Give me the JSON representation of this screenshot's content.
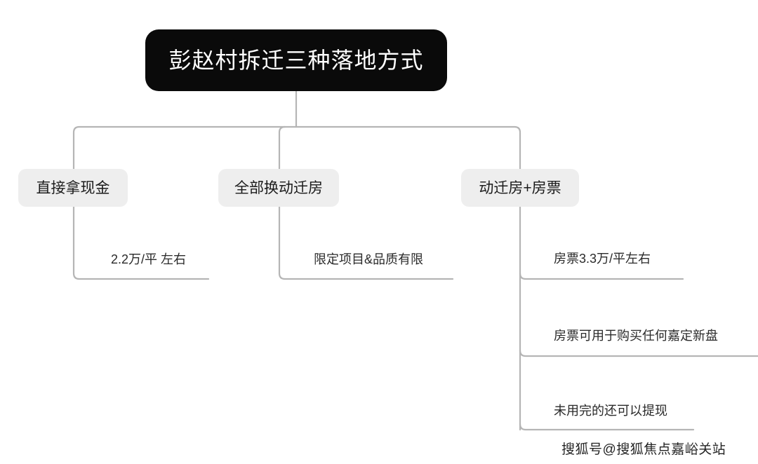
{
  "diagram": {
    "type": "mindmap",
    "orientation": "top-down",
    "root": {
      "label": "彭赵村拆迁三种落地方式",
      "background_color": "#0a0a0a",
      "text_color": "#ffffff"
    },
    "node_background_color": "#eeeeee",
    "node_text_color": "#1b1b1b",
    "connector_color": "#b5b5b5",
    "branches": [
      {
        "label": "直接拿现金",
        "leaves": [
          {
            "text": "2.2万/平 左右"
          }
        ]
      },
      {
        "label": "全部换动迁房",
        "leaves": [
          {
            "text": "限定项目&品质有限"
          }
        ]
      },
      {
        "label": "动迁房+房票",
        "leaves": [
          {
            "text": "房票3.3万/平左右"
          },
          {
            "text": "房票可用于购买任何嘉定新盘"
          },
          {
            "text": "未用完的还可以提现"
          }
        ]
      }
    ]
  },
  "watermark": {
    "text": "搜狐号@搜狐焦点嘉峪关站"
  }
}
